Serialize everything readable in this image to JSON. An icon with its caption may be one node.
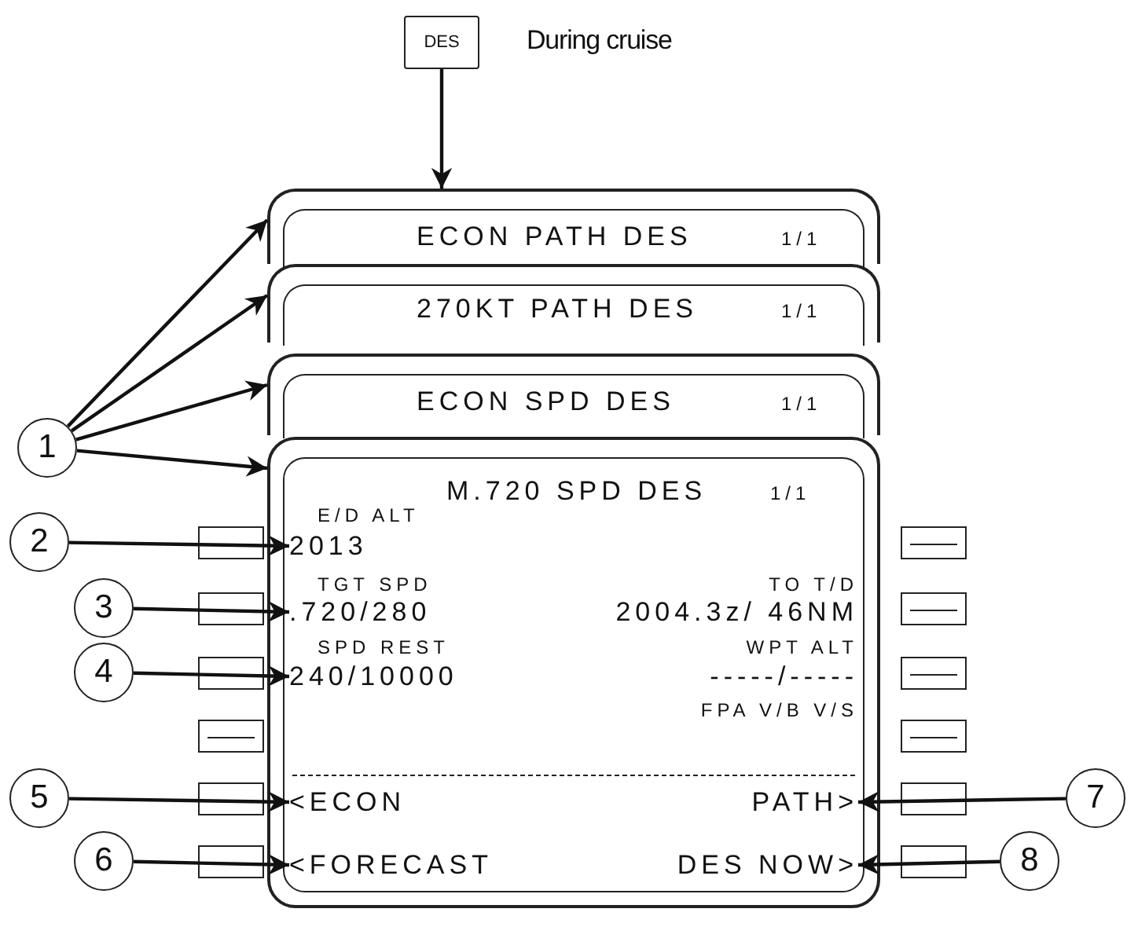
{
  "diagram": {
    "nodes": [
      {
        "text": [
          "DES"
        ],
        "beside": [
          "During cruise"
        ]
      },
      {
        "text": [
          "ECON PATH DES",
          "1/1"
        ]
      },
      {
        "text": [
          "270KT PATH DES",
          "1/1"
        ]
      },
      {
        "text": [
          "ECON SPD DES",
          "1/1"
        ]
      },
      {
        "text": [
          "M.720 SPD DES",
          "1/1",
          "E/D ALT",
          "TGT SPD",
          "TO T/D",
          "2004.3z/ 46NM",
          "SPD REST",
          "WPT ALT",
          "-----/-----",
          "FPA V/B V/S"
        ]
      },
      {
        "text": [
          "2013"
        ],
        "in": 4
      },
      {
        "text": [
          ".720/280"
        ],
        "in": 4
      },
      {
        "text": [
          "240/10000"
        ],
        "in": 4
      },
      {
        "text": [
          "<ECON"
        ],
        "in": 4
      },
      {
        "text": [
          "PATH>"
        ],
        "in": 4
      },
      {
        "text": [
          "<FORECAST"
        ],
        "in": 4
      },
      {
        "text": [
          "DES NOW>"
        ],
        "in": 4
      },
      {
        "text": [],
        "shape": "box"
      },
      {
        "text": [],
        "shape": "box"
      },
      {
        "text": [],
        "shape": "box"
      },
      {
        "text": [],
        "shape": "box"
      },
      {
        "text": [],
        "shape": "box"
      },
      {
        "text": [],
        "shape": "box"
      },
      {
        "text": [],
        "shape": "box"
      },
      {
        "text": [],
        "shape": "box"
      },
      {
        "text": [],
        "shape": "box"
      },
      {
        "text": [],
        "shape": "box"
      },
      {
        "text": [],
        "shape": "box"
      },
      {
        "text": [],
        "shape": "box"
      },
      {
        "text": [
          "1"
        ]
      },
      {
        "text": [
          "2"
        ]
      },
      {
        "text": [
          "3"
        ]
      },
      {
        "text": [
          "4"
        ]
      },
      {
        "text": [
          "5"
        ]
      },
      {
        "text": [
          "6"
        ]
      },
      {
        "text": [
          "7"
        ]
      },
      {
        "text": [
          "8"
        ]
      }
    ],
    "edges": [
      {
        "from": 0,
        "to": 1,
        "arrow": "to"
      },
      {
        "from": 24,
        "to": 1,
        "arrow": "to"
      },
      {
        "from": 24,
        "to": 2,
        "arrow": "to"
      },
      {
        "from": 24,
        "to": 3,
        "arrow": "to"
      },
      {
        "from": 24,
        "to": 4,
        "arrow": "to"
      },
      {
        "from": 25,
        "to": 5,
        "arrow": "to"
      },
      {
        "from": 26,
        "to": 6,
        "arrow": "to"
      },
      {
        "from": 27,
        "to": 7,
        "arrow": "to"
      },
      {
        "from": 28,
        "to": 8,
        "arrow": "to"
      },
      {
        "from": 29,
        "to": 10,
        "arrow": "to"
      },
      {
        "from": 30,
        "to": 9,
        "arrow": "to"
      },
      {
        "from": 31,
        "to": 11,
        "arrow": "to"
      }
    ]
  }
}
